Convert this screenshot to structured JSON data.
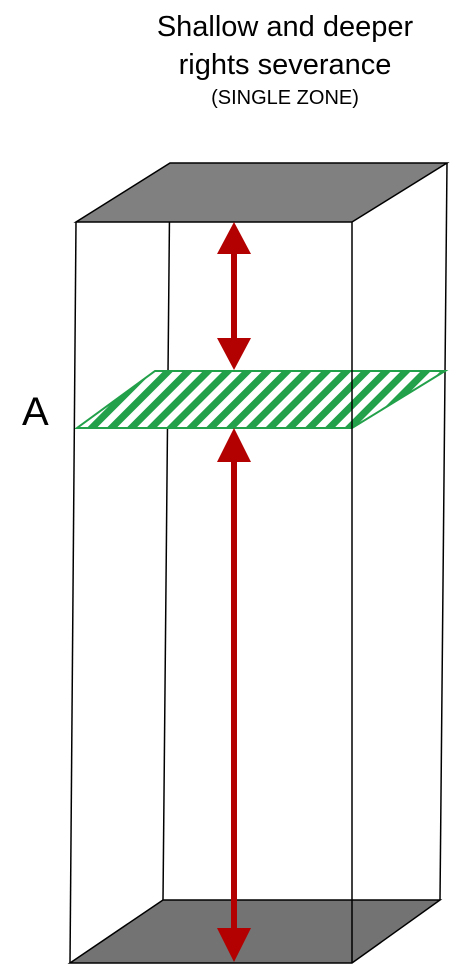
{
  "title": {
    "line1": "Shallow and deeper",
    "line2": "rights severance",
    "subtitle": "(SINGLE ZONE)"
  },
  "plane_label": "A",
  "colors": {
    "surface_fill": "#808080",
    "plane_stripe": "#22a04a",
    "arrow": "#b30000",
    "edge": "#000000"
  }
}
